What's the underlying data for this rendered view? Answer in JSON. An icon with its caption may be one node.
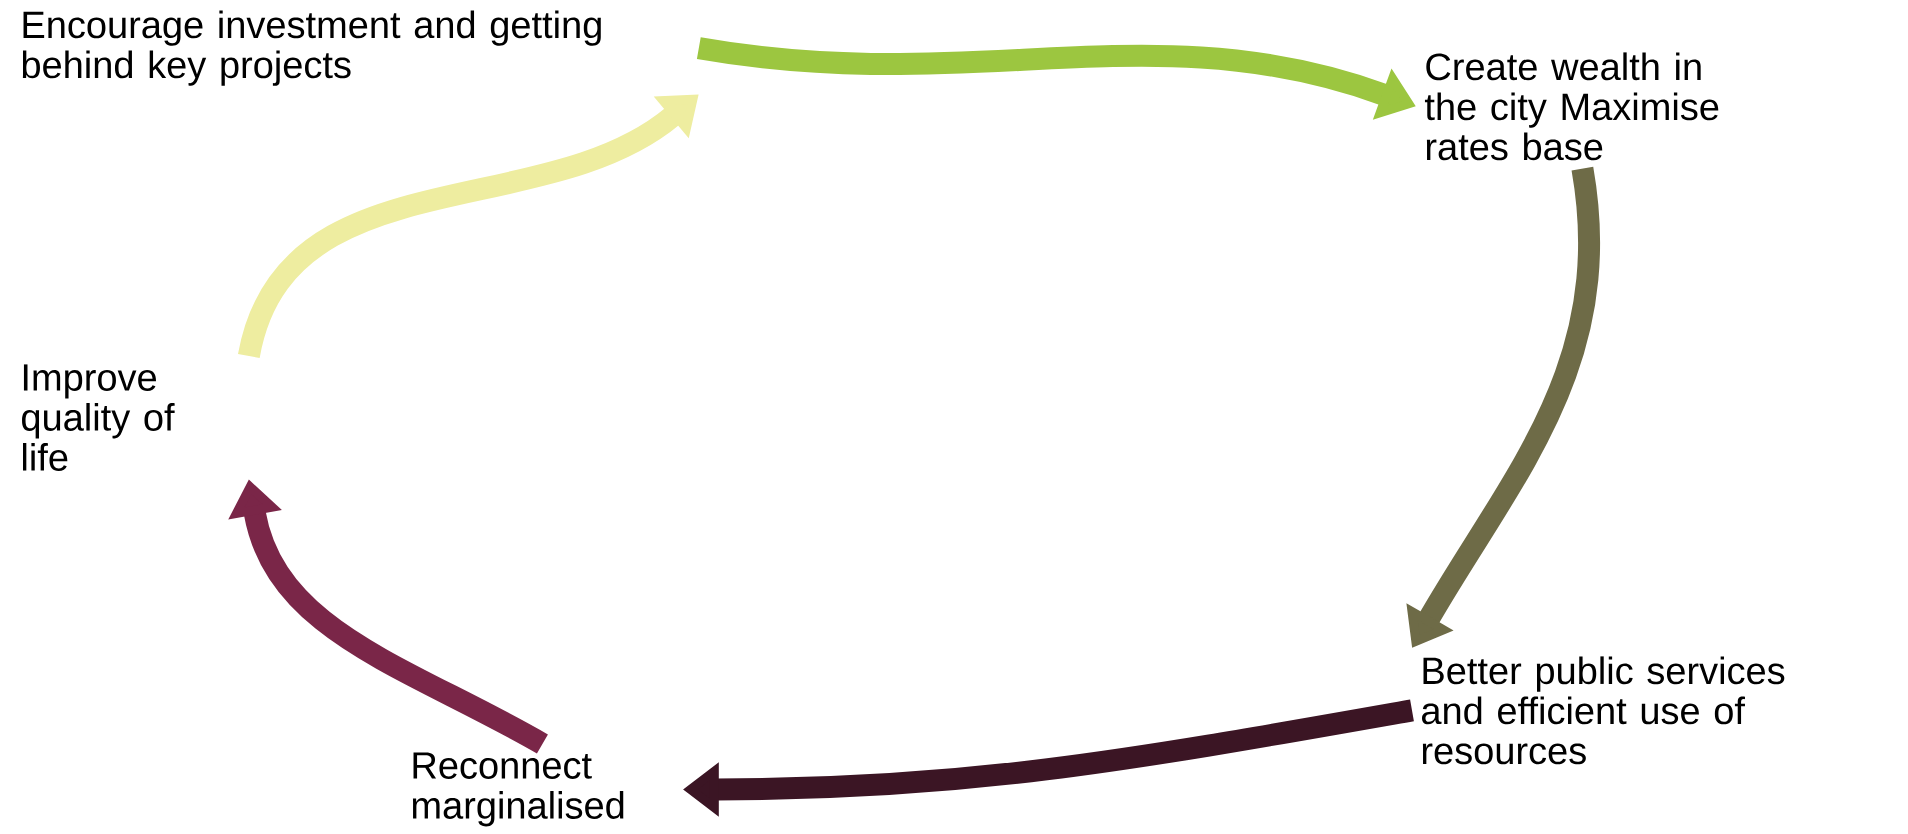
{
  "diagram": {
    "nodes": [
      {
        "text": [
          "Encourage investment and getting behind key projects"
        ]
      },
      {
        "text": [
          "Create wealth in the city Maximise rates base"
        ]
      },
      {
        "text": [
          "Better public services and efficient use of resources"
        ]
      },
      {
        "text": [
          "Reconnect marginalised"
        ]
      },
      {
        "text": [
          "Improve quality of life"
        ]
      }
    ],
    "edges": [
      {
        "from": 0,
        "to": 1,
        "arrow": "to",
        "color": "#9cc640"
      },
      {
        "from": 1,
        "to": 2,
        "arrow": "to",
        "color": "#6e6b47"
      },
      {
        "from": 2,
        "to": 3,
        "arrow": "to",
        "color": "#3b1524"
      },
      {
        "from": 3,
        "to": 4,
        "arrow": "to",
        "color": "#7a2648"
      },
      {
        "from": 4,
        "to": 0,
        "arrow": "to",
        "color": "#eeeda0"
      }
    ]
  }
}
